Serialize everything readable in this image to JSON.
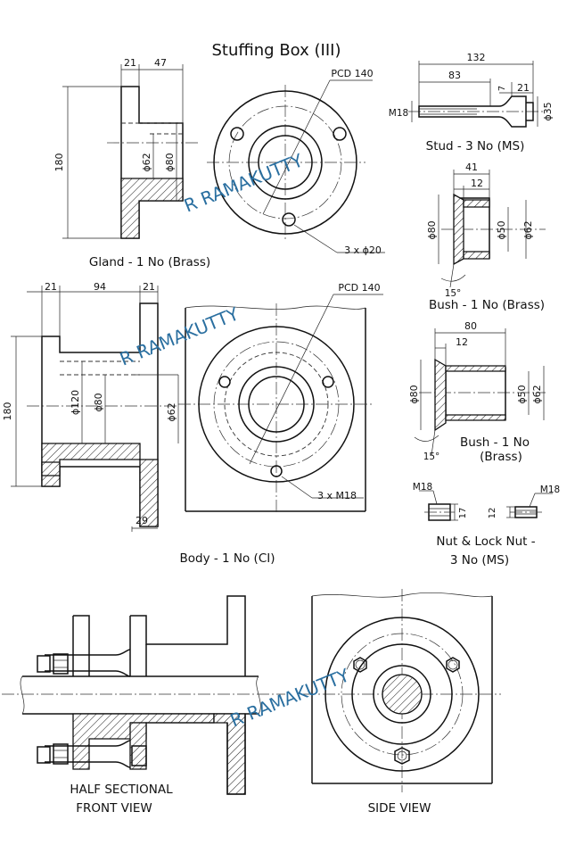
{
  "title": "Stuffing Box (III)",
  "watermark": "R RAMAKUTTY",
  "gland": {
    "caption": "Gland - 1 No (Brass)",
    "dims": {
      "d21": "21",
      "d47": "47",
      "d180": "180",
      "d62": "ϕ62",
      "d80": "ϕ80"
    },
    "pcd": "PCD 140",
    "holes": "3 x ϕ20"
  },
  "stud": {
    "caption": "Stud - 3 No (MS)",
    "dims": {
      "d132": "132",
      "d83": "83",
      "d7": "7",
      "d21": "21",
      "m18": "M18",
      "d35": "ϕ35"
    }
  },
  "bush1": {
    "caption": "Bush - 1 No  (Brass)",
    "dims": {
      "d41": "41",
      "d12": "12",
      "d80": "ϕ80",
      "d50": "ϕ50",
      "d62": "ϕ62",
      "angle": "15°"
    }
  },
  "bush2": {
    "caption_line1": "Bush - 1 No",
    "caption_line2": "(Brass)",
    "dims": {
      "d80top": "80",
      "d12": "12",
      "d80": "ϕ80",
      "d50": "ϕ50",
      "d62": "ϕ62",
      "angle": "15°"
    }
  },
  "body": {
    "caption": "Body - 1 No (CI)",
    "dims": {
      "d21a": "21",
      "d94": "94",
      "d21b": "21",
      "d180": "180",
      "d120": "ϕ120",
      "d80": "ϕ80",
      "d62": "ϕ62",
      "d29": "29"
    },
    "pcd": "PCD 140",
    "holes": "3 x M18"
  },
  "nut": {
    "caption_line1": "Nut & Lock Nut -",
    "caption_line2": "3 No (MS)",
    "dims": {
      "m18a": "M18",
      "d17": "17",
      "d12": "12",
      "m18b": "M18"
    }
  },
  "assembly": {
    "front_line1": "HALF SECTIONAL",
    "front_line2": "FRONT VIEW",
    "side": "SIDE VIEW"
  }
}
